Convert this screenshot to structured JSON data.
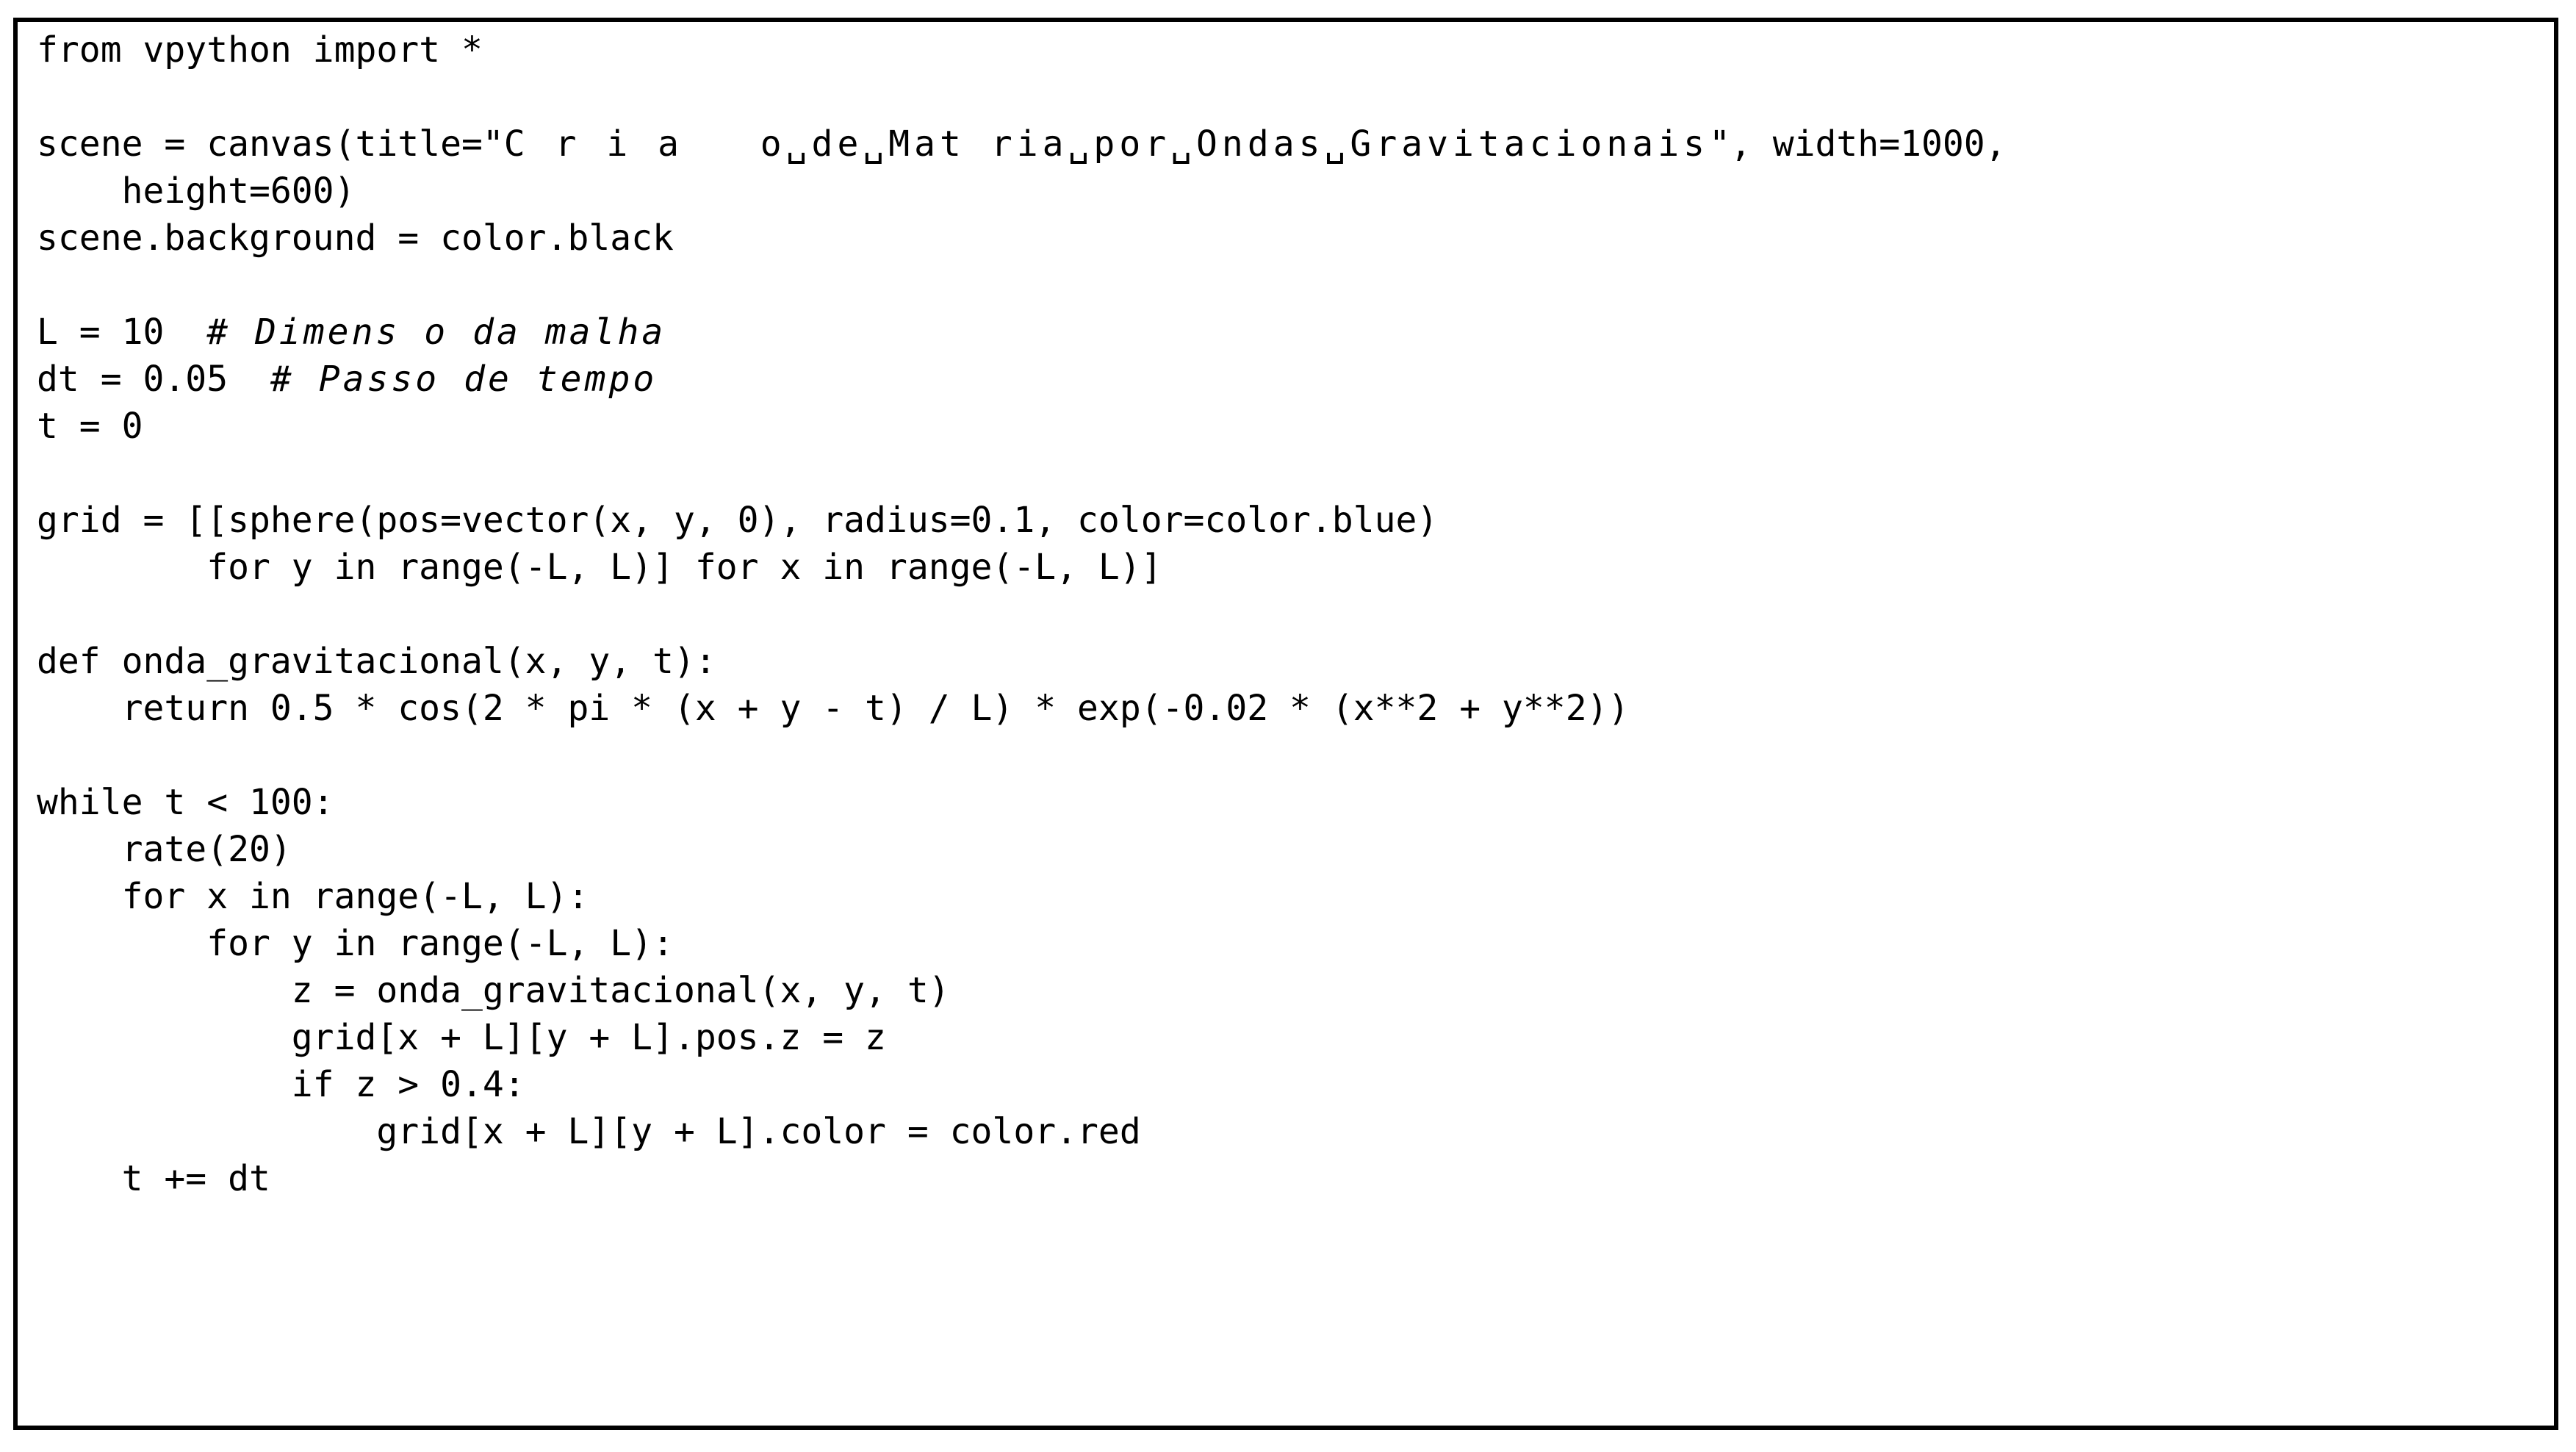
{
  "document": {
    "kind": "code-listing",
    "language": "python",
    "frame_color": "#000000",
    "background_color": "#ffffff",
    "text_color": "#000000"
  },
  "code": {
    "lines": [
      {
        "id": "l01",
        "text": "from vpython import *"
      },
      {
        "id": "l02",
        "text": ""
      },
      {
        "id": "l03",
        "text": "scene = canvas(title=\"",
        "pre": true
      },
      {
        "id": "l03b",
        "text": "C r i a   o␣de␣Mat ria␣por␣Ondas␣Gravitacionais"
      },
      {
        "id": "l03c",
        "text": "\", width=1000,"
      },
      {
        "id": "l04",
        "text": "    height=600)"
      },
      {
        "id": "l05",
        "text": "scene.background = color.black"
      },
      {
        "id": "l06",
        "text": ""
      },
      {
        "id": "l07a",
        "text": "L = 10  "
      },
      {
        "id": "l07b",
        "text": "# Dimens o da malha"
      },
      {
        "id": "l08a",
        "text": "dt = 0.05  "
      },
      {
        "id": "l08b",
        "text": "# Passo de tempo"
      },
      {
        "id": "l09",
        "text": "t = 0"
      },
      {
        "id": "l10",
        "text": ""
      },
      {
        "id": "l11",
        "text": "grid = [[sphere(pos=vector(x, y, 0), radius=0.1, color=color.blue)"
      },
      {
        "id": "l12",
        "text": "        for y in range(-L, L)] for x in range(-L, L)]"
      },
      {
        "id": "l13",
        "text": ""
      },
      {
        "id": "l14",
        "text": "def onda_gravitacional(x, y, t):"
      },
      {
        "id": "l15",
        "text": "    return 0.5 * cos(2 * pi * (x + y - t) / L) * exp(-0.02 * (x**2 + y**2))"
      },
      {
        "id": "l16",
        "text": ""
      },
      {
        "id": "l17",
        "text": "while t < 100:"
      },
      {
        "id": "l18",
        "text": "    rate(20)"
      },
      {
        "id": "l19",
        "text": "    for x in range(-L, L):"
      },
      {
        "id": "l20",
        "text": "        for y in range(-L, L):"
      },
      {
        "id": "l21",
        "text": "            z = onda_gravitacional(x, y, t)"
      },
      {
        "id": "l22",
        "text": "            grid[x + L][y + L].pos.z = z"
      },
      {
        "id": "l23",
        "text": "            if z > 0.4:"
      },
      {
        "id": "l24",
        "text": "                grid[x + L][y + L].color = color.red"
      },
      {
        "id": "l25",
        "text": "    t += dt"
      }
    ]
  }
}
